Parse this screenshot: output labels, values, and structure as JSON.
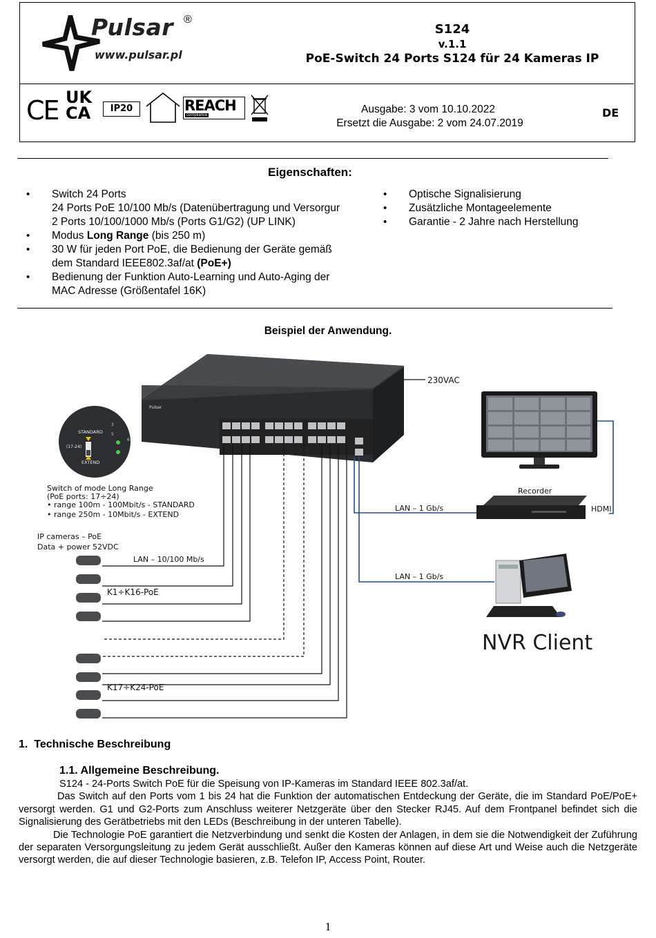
{
  "header": {
    "brand": "Pulsar",
    "brand_mark": "®",
    "website": "www.pulsar.pl",
    "model": "S124",
    "version": "v.1.1",
    "title": "PoE-Switch 24 Ports S124 für 24 Kameras IP",
    "cert_ce": "CE",
    "cert_ukca_1": "UK",
    "cert_ukca_2": "CA",
    "cert_ip": "IP20",
    "cert_reach": "REACH",
    "cert_reach_sub": "compliance",
    "edition": "Ausgabe: 3 vom 10.10.2022",
    "replaces": "Ersetzt die Ausgabe: 2 vom 24.07.2019",
    "lang": "DE"
  },
  "features": {
    "heading": "Eigenschaften:",
    "left": [
      {
        "lines": [
          "Switch 24 Ports",
          "24 Ports PoE 10/100 Mb/s (Datenübertragung und Versorgur",
          "2 Ports 10/100/1000 Mb/s (Ports G1/G2) (UP LINK)"
        ]
      },
      {
        "pre": "Modus ",
        "bold": "Long Range",
        "post": " (bis 250 m)"
      },
      {
        "lines": [
          "30 W für jeden Port PoE, die Bedienung der Geräte gemäß"
        ],
        "pre2": "dem Standard IEEE802.3af/at ",
        "bold2": "(PoE+)"
      },
      {
        "lines": [
          "Bedienung der Funktion Auto-Learning und Auto-Aging der",
          "MAC Adresse (Größentafel 16K)"
        ]
      }
    ],
    "right": [
      "Optische Signalisierung",
      "Zusätzliche Montageelemente",
      "Garantie - 2 Jahre nach Herstellung"
    ]
  },
  "application": {
    "heading": "Beispiel der Anwendung.",
    "label_230": "230VAC",
    "label_recorder": "Recorder",
    "label_hdmi": "HDMI",
    "label_lan1": "LAN – 1 Gb/s",
    "label_lan2": "LAN – 1 Gb/s",
    "label_lan100": "LAN – 10/100 Mb/s",
    "label_nvr": "NVR Client",
    "label_k1": "K1÷K16-PoE",
    "label_k17": "K17÷K24-PoE",
    "cams_1": "IP cameras – PoE",
    "cams_2": "Data + power 52VDC",
    "mode_1": "Switch of mode Long Range",
    "mode_2": "(PoE ports: 17÷24)",
    "mode_3": "• range 100m - 100Mbit/s - STANDARD",
    "mode_4": "• range 250m - 10Mbit/s - EXTEND",
    "sw_standard": "STANDARD",
    "sw_extend": "EXTEND",
    "sw_range": "(17-24)",
    "sw_brand": "Pulsar",
    "sw_n3": "3",
    "sw_n5": "5",
    "sw_n6": "6"
  },
  "section1": {
    "heading": "1.  Technische Beschreibung",
    "sub": "1.1. Allgemeine Beschreibung.",
    "p1": "S124 - 24-Ports Switch PoE für die Speisung von IP-Kameras im Standard IEEE 802.3af/at.",
    "p2": "Das Switch auf den Ports vom 1 bis 24 hat die Funktion der automatischen Entdeckung der Geräte, die im Standard PoE/PoE+ versorgt werden. G1 und G2-Ports zum Anschluss weiterer Netzgeräte über den Stecker RJ45. Auf dem Frontpanel befindet sich die Signalisierung des Gerätbetriebs mit den LEDs (Beschreibung in der unteren Tabelle).",
    "p3": "Die Technologie PoE garantiert die Netzverbindung und senkt die Kosten der Anlagen, in dem sie die Notwendigkeit der Zuführung der separaten Versorgungsleitung zu jedem Gerät ausschließt. Außer den Kameras können auf diese Art und Weise auch die Netzgeräte versorgt werden, die auf dieser Technologie basieren, z.B. Telefon IP, Access Point, Router."
  },
  "footer": {
    "page": "1"
  }
}
